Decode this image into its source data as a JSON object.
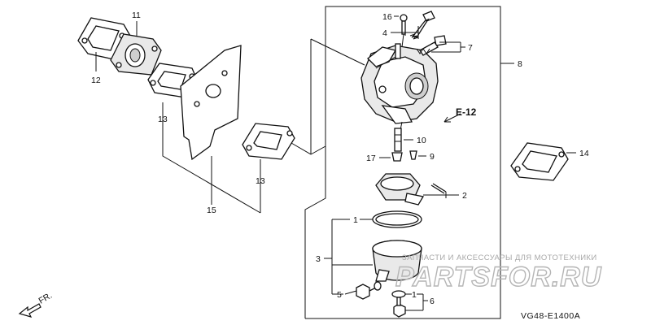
{
  "callouts": {
    "c16": "16",
    "c4": "4",
    "c7": "7",
    "c8": "8",
    "c11": "11",
    "c12": "12",
    "c13a": "13",
    "c13b": "13",
    "c15": "15",
    "c10": "10",
    "c17": "17",
    "c9": "9",
    "c2": "2",
    "c14": "14",
    "c1a": "1",
    "c3": "3",
    "c5": "5",
    "c1b": "1",
    "c6": "6"
  },
  "ref_label": "E-12",
  "direction_label": "FR.",
  "diagram_code": "VG48-E1400A",
  "watermark": {
    "tagline": "ЗАПЧАСТИ И АКСЕССУАРЫ ДЛЯ МОТОТЕХНИКИ",
    "logo": "PARTSFOR.RU"
  }
}
